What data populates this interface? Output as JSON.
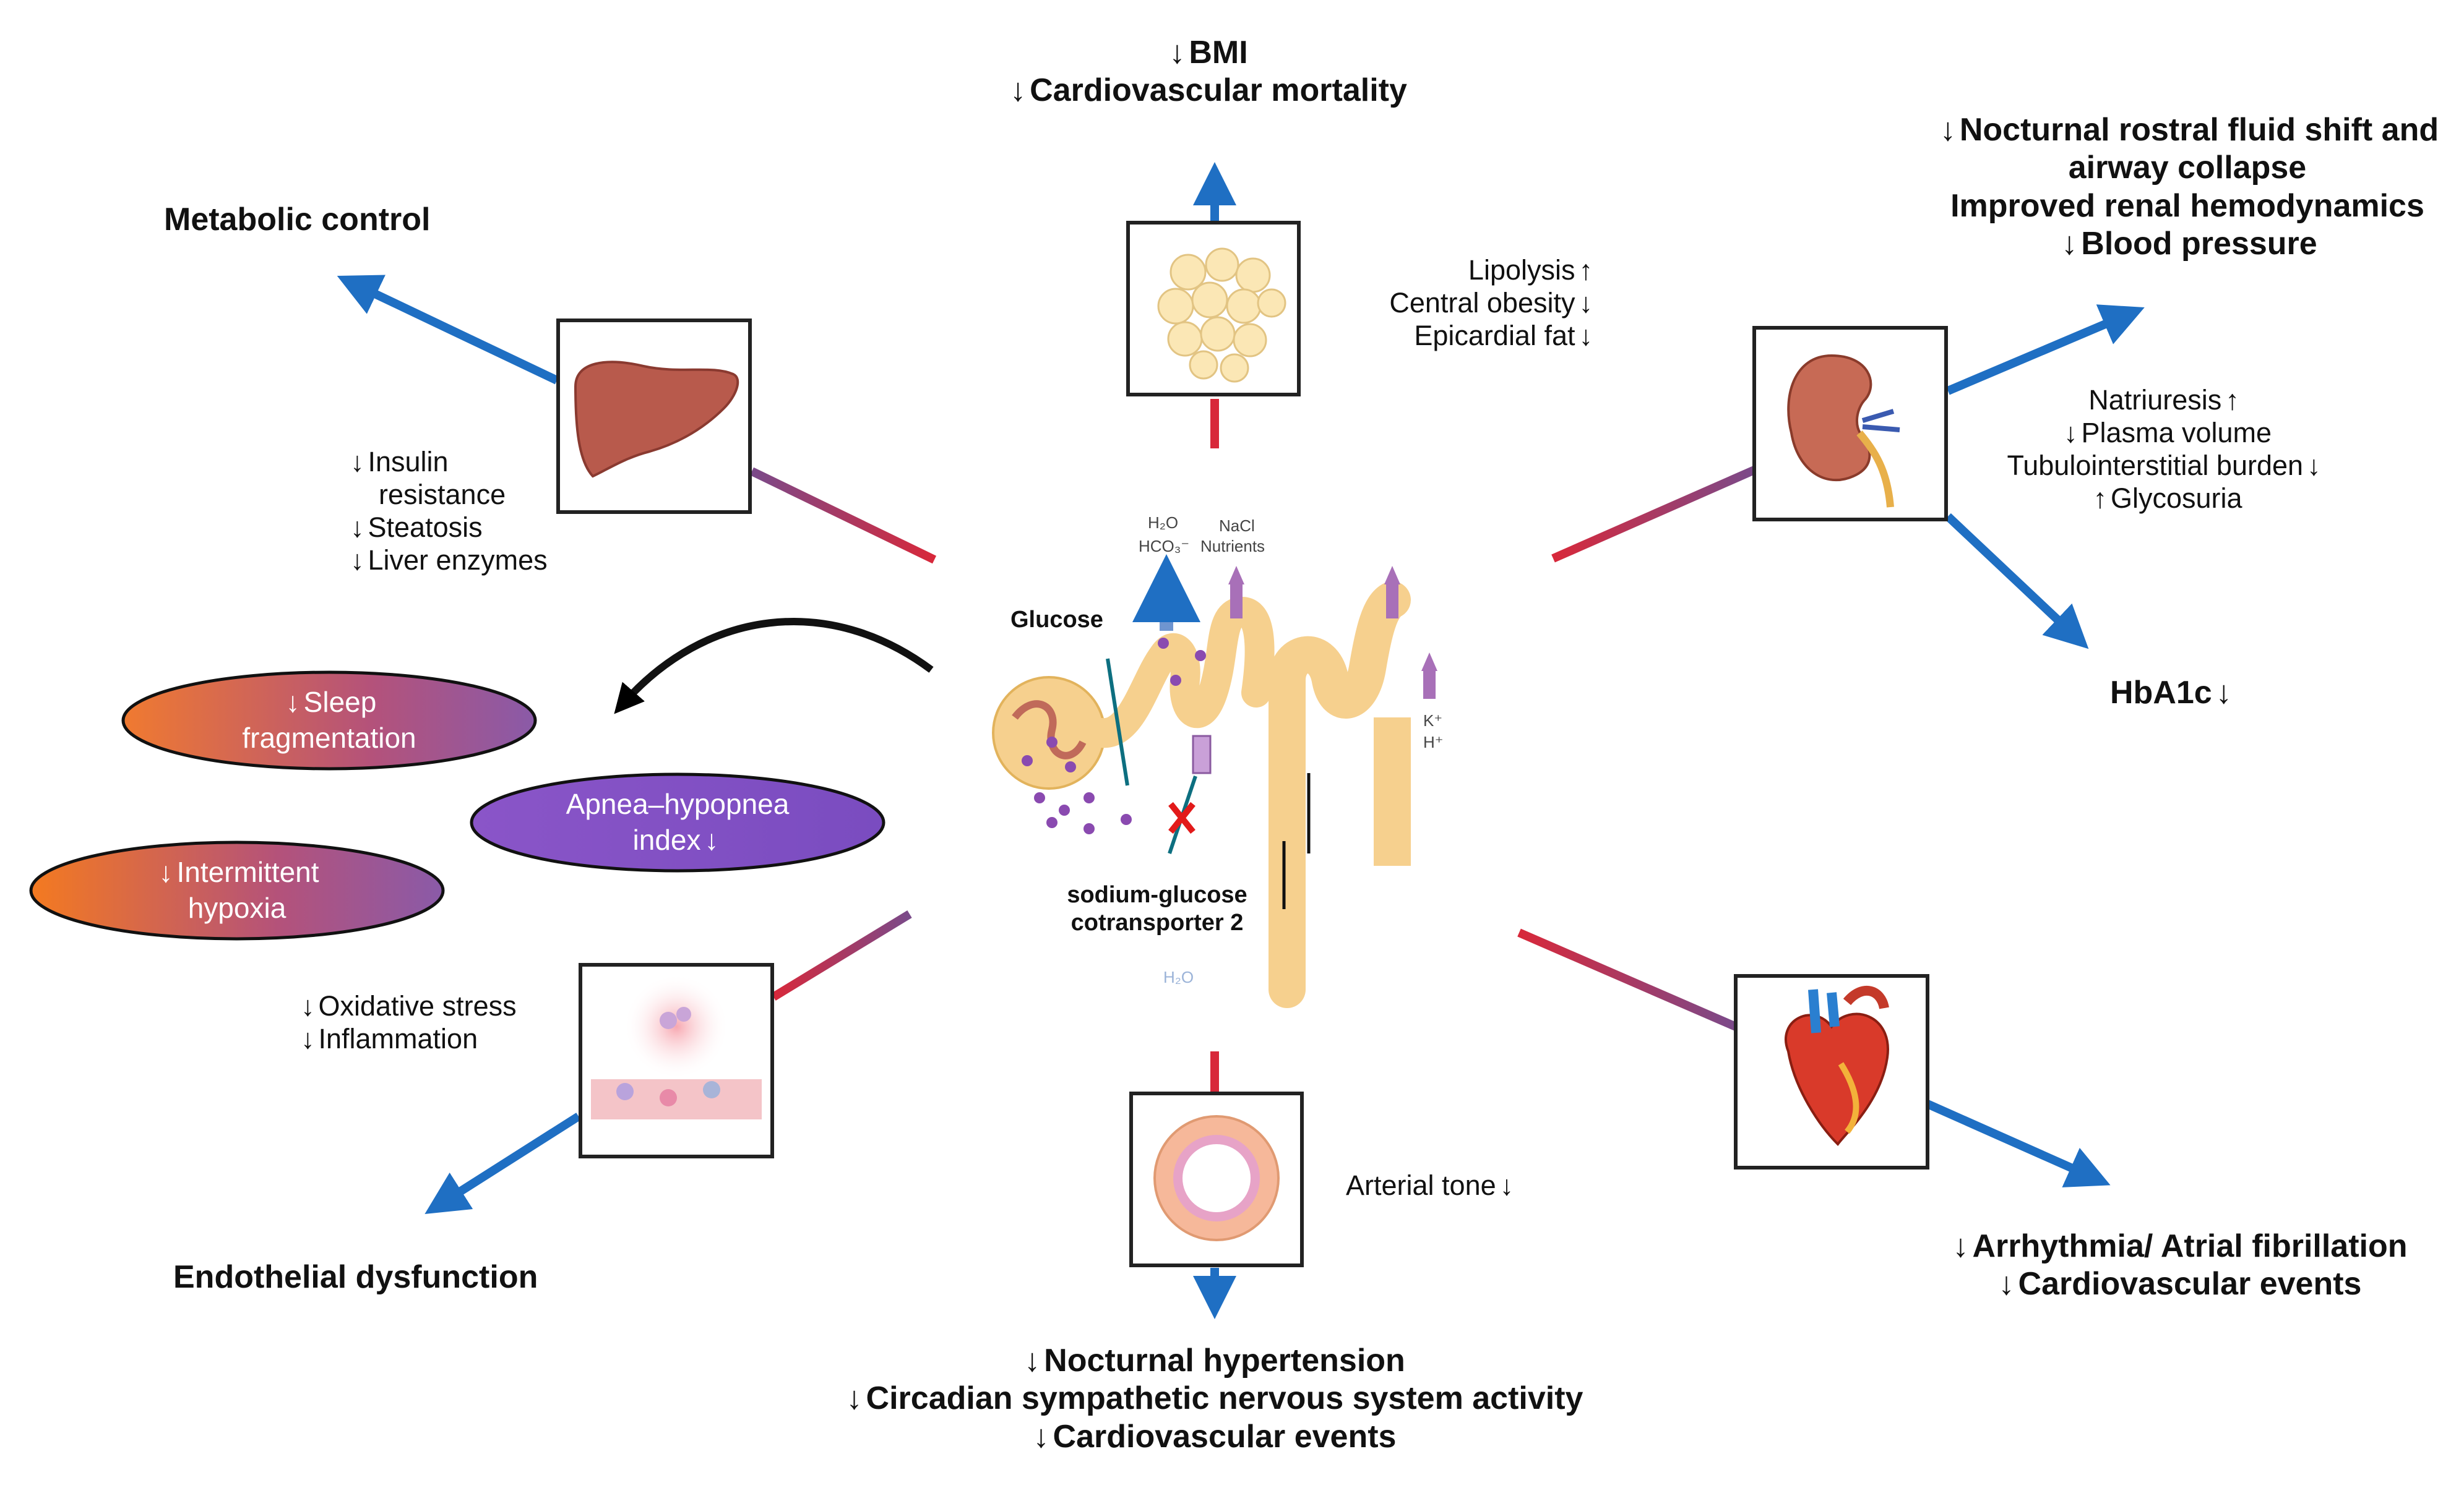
{
  "top": {
    "line1": "BMI",
    "line2": "Cardiovascular mortality"
  },
  "adipose": {
    "items": [
      "Lipolysis",
      "Central obesity",
      "Epicardial fat"
    ]
  },
  "liver": {
    "title": "Metabolic control",
    "items": [
      "Insulin",
      "resistance",
      "Steatosis",
      "Liver enzymes"
    ]
  },
  "kidney": {
    "top_lines": [
      "Nocturnal rostral fluid shift and",
      "airway collapse",
      "Improved renal hemodynamics",
      "Blood pressure"
    ],
    "items": [
      "Natriuresis",
      "Plasma volume",
      "Tubulointerstitial burden",
      "Glycosuria"
    ],
    "hba1c": "HbA1c"
  },
  "sleep": {
    "ellipse1": [
      "Sleep",
      "fragmentation"
    ],
    "ellipse2": [
      "Apnea–hypopnea",
      "index"
    ],
    "ellipse3": [
      "Intermittent",
      "hypoxia"
    ]
  },
  "center": {
    "glucose": "Glucose",
    "sglt2": [
      "sodium-glucose",
      "cotransporter 2"
    ],
    "labels": [
      "H₂O",
      "HCO₃⁻",
      "NaCl",
      "Nutrients",
      "K⁺",
      "H⁺",
      "H₂O"
    ]
  },
  "endothelium": {
    "items": [
      "Oxidative stress",
      "Inflammation"
    ],
    "title": "Endothelial dysfunction"
  },
  "artery": {
    "item": "Arterial tone"
  },
  "bottom": {
    "lines": [
      "Nocturnal hypertension",
      "Circadian sympathetic nervous system activity",
      "Cardiovascular events"
    ]
  },
  "heart": {
    "lines": [
      "Arrhythmia/ Atrial fibrillation",
      "Cardiovascular events"
    ]
  },
  "colors": {
    "blue": "#1f6fc3",
    "red": "#d8283a",
    "purple": "#8e4a8a"
  }
}
